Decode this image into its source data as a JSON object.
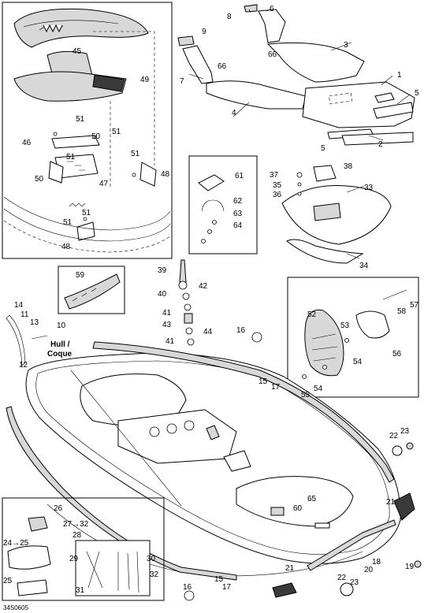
{
  "figure_code": "34S0605",
  "hull_label_line1": "Hull /",
  "hull_label_line2": "Coque",
  "callouts": {
    "c1": "1",
    "c2": "2",
    "c3": "3",
    "c4": "4",
    "c5a": "5",
    "c5b": "5",
    "c6": "6",
    "c7": "7",
    "c8": "8",
    "c9": "9",
    "c10": "10",
    "c11": "11",
    "c12": "12",
    "c13": "13",
    "c14": "14",
    "c15a": "15",
    "c15b": "15",
    "c16a": "16",
    "c16b": "16",
    "c17a": "17",
    "c17b": "17",
    "c18": "18",
    "c19": "19",
    "c20": "20",
    "c21a": "21",
    "c21b": "21",
    "c22a": "22",
    "c22b": "22",
    "c23a": "23",
    "c23b": "23",
    "c24": "24→25",
    "c25": "25",
    "c26": "26",
    "c27": "27→32",
    "c28": "28",
    "c29": "29",
    "c30": "30",
    "c31": "31",
    "c32": "32",
    "c33": "33",
    "c34": "34",
    "c35": "35",
    "c36": "36",
    "c37": "37",
    "c38": "38",
    "c39": "39",
    "c40": "40",
    "c41a": "41",
    "c41b": "41",
    "c42": "42",
    "c43": "43",
    "c44": "44",
    "c45": "45",
    "c46": "46",
    "c47": "47",
    "c48a": "48",
    "c48b": "48",
    "c49": "49",
    "c50a": "50",
    "c50b": "50",
    "c51a": "51",
    "c51b": "51",
    "c51c": "51",
    "c51d": "51",
    "c51e": "51",
    "c51f": "51",
    "c52": "52",
    "c53": "53",
    "c54a": "54",
    "c54b": "54",
    "c55": "55",
    "c56": "56",
    "c57": "57",
    "c58": "58",
    "c59": "59",
    "c60": "60",
    "c61": "61",
    "c62": "62",
    "c63": "63",
    "c64": "64",
    "c65": "65",
    "c66a": "66",
    "c66b": "66"
  }
}
